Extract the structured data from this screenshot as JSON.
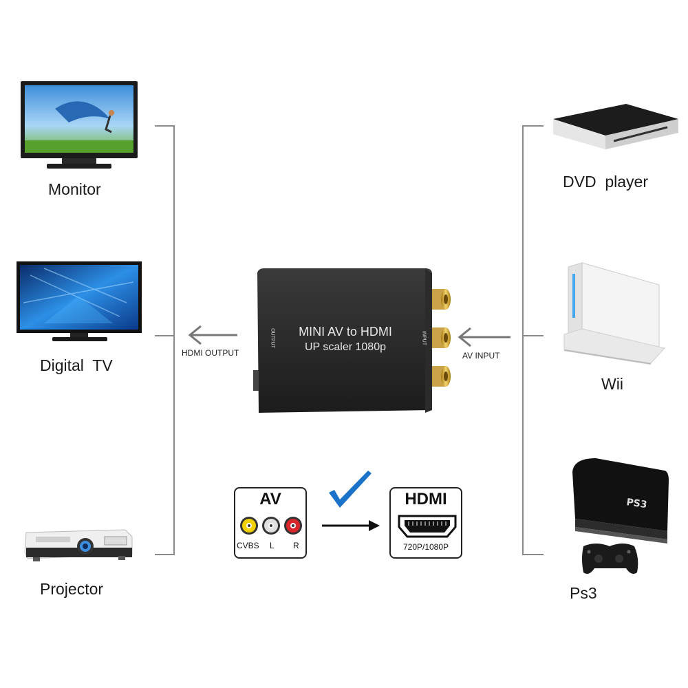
{
  "outputs": {
    "monitor": "Monitor",
    "digital_tv": "Digital  TV",
    "projector": "Projector"
  },
  "inputs": {
    "dvd_player": "DVD  player",
    "wii": "Wii",
    "ps3": "Ps3"
  },
  "converter": {
    "title_line1": "MINI AV to HDMI",
    "title_line2": "UP scaler 1080p",
    "output_side": "OUTPUT",
    "input_side": "INPUT"
  },
  "arrows": {
    "hdmi_output": "HDMI OUTPUT",
    "av_input": "AV INPUT"
  },
  "av_box": {
    "title": "AV",
    "cvbs": "CVBS",
    "left": "L",
    "right": "R"
  },
  "hdmi_box": {
    "title": "HDMI",
    "resolution": "720P/1080P"
  },
  "device_brand": {
    "ps3_logo": "PS3"
  },
  "colors": {
    "bracket": "#8a8a8a",
    "check": "#1a72c9",
    "connector_gold": "#d4a92a",
    "rca_yellow": "#f0d000",
    "rca_white": "#e8e8e8",
    "rca_red": "#d8262c"
  }
}
